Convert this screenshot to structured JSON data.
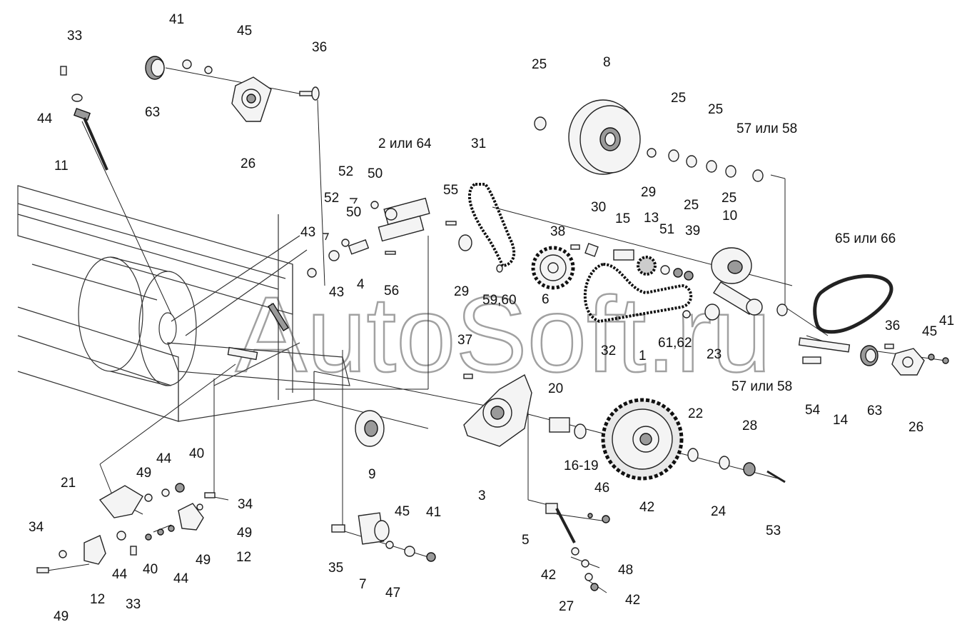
{
  "watermark": "AutoSoft.ru",
  "labels": {
    "l1": "1",
    "l2_64": "2 или 64",
    "l3": "3",
    "l4": "4",
    "l5": "5",
    "l6": "6",
    "l7": "7",
    "l8": "8",
    "l9": "9",
    "l10": "10",
    "l11": "11",
    "l12a": "12",
    "l12b": "12",
    "l13": "13",
    "l14": "14",
    "l15": "15",
    "l16_19": "16-19",
    "l20": "20",
    "l21": "21",
    "l22": "22",
    "l23": "23",
    "l24": "24",
    "l25a": "25",
    "l25b": "25",
    "l25c": "25",
    "l25d": "25",
    "l25e": "25",
    "l26a": "26",
    "l26b": "26",
    "l27": "27",
    "l28": "28",
    "l29a": "29",
    "l29b": "29",
    "l30": "30",
    "l31": "31",
    "l32": "32",
    "l33a": "33",
    "l33b": "33",
    "l34a": "34",
    "l34b": "34",
    "l35": "35",
    "l36a": "36",
    "l36b": "36",
    "l37": "37",
    "l38": "38",
    "l39": "39",
    "l40a": "40",
    "l40b": "40",
    "l41a": "41",
    "l41b": "41",
    "l41c": "41",
    "l42a": "42",
    "l42b": "42",
    "l42c": "42",
    "l43a": "43",
    "l43b": "43",
    "l44a": "44",
    "l44b": "44",
    "l44c": "44",
    "l44d": "44",
    "l45a": "45",
    "l45b": "45",
    "l45c": "45",
    "l46": "46",
    "l47": "47",
    "l48": "48",
    "l49a": "49",
    "l49b": "49",
    "l49c": "49",
    "l49d": "49",
    "l50a": "50",
    "l50b": "50",
    "l51": "51",
    "l52a": "52",
    "l52b": "52",
    "l53": "53",
    "l54": "54",
    "l55": "55",
    "l56": "56",
    "l57_58a": "57 или 58",
    "l57_58b": "57 или 58",
    "l59_60": "59,60",
    "l61_62": "61,62",
    "l63a": "63",
    "l63b": "63",
    "l65_66": "65 или 66"
  }
}
